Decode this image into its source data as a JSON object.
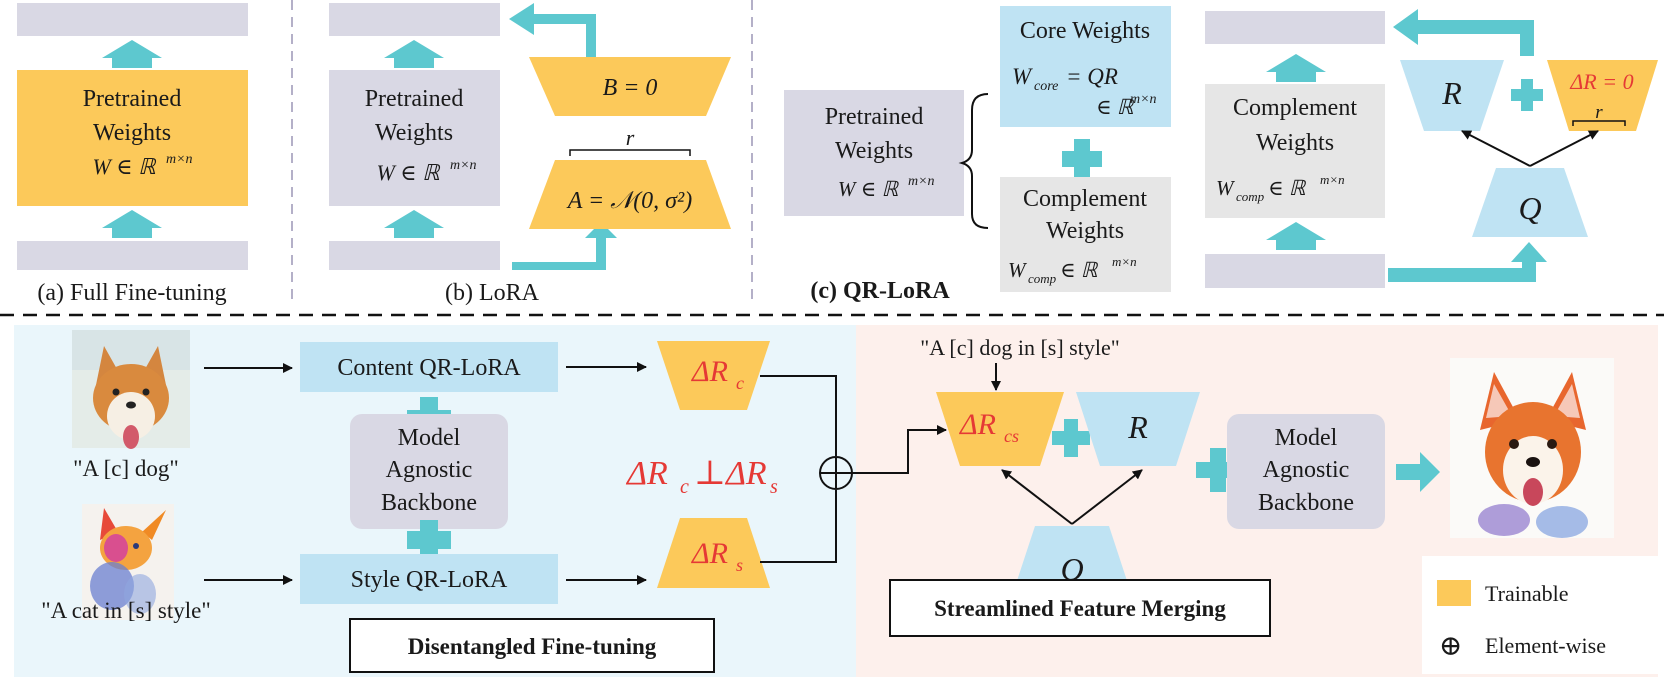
{
  "colors": {
    "trainable": "#fcc95a",
    "frozen": "#d9d8e4",
    "core": "#bfe3f3",
    "complement": "#e6e6e6",
    "arrow": "#5dc8cf",
    "qr_delta": "#e53935",
    "panel_left_bg": "#eaf6fb",
    "panel_right_bg": "#fdf0ec"
  },
  "top": {
    "full_ft": {
      "block_l1": "Pretrained",
      "block_l2": "Weights",
      "block_l3": "W ∈ ℝ",
      "block_sup": "m×n",
      "caption": "(a) Full Fine-tuning"
    },
    "lora": {
      "block_l1": "Pretrained",
      "block_l2": "Weights",
      "block_l3": "W ∈ ℝ",
      "block_sup": "m×n",
      "b_label": "B = 0",
      "a_label": "A = 𝒩(0, σ²)",
      "r_label": "r",
      "caption": "(b) LoRA"
    },
    "qrlora": {
      "pre_l1": "Pretrained",
      "pre_l2": "Weights",
      "pre_l3": "W ∈ ℝ",
      "pre_sup": "m×n",
      "core_l1": "Core Weights",
      "core_l2a": "W",
      "core_l2sub": "core",
      "core_l2b": " = QR",
      "core_l3": "∈ ℝ",
      "core_sup": "m×n",
      "comp_l1": "Complement",
      "comp_l2": "Weights",
      "comp_l3a": "W",
      "comp_l3sub": "comp",
      "comp_l3b": " ∈ ℝ",
      "comp_sup": "m×n",
      "mid_l1": "Complement",
      "mid_l2": "Weights",
      "mid_l3a": "W",
      "mid_l3sub": "comp",
      "mid_l3b": " ∈ ℝ",
      "mid_sup": "m×n",
      "r_label": "R",
      "q_label": "Q",
      "delta_label": "ΔR = 0",
      "r_small": "r",
      "caption": "(c) QR-LoRA"
    }
  },
  "bottom": {
    "dog_caption": "\"A [c] dog\"",
    "cat_caption": "\"A cat in [s] style\"",
    "content_lora": "Content QR-LoRA",
    "style_lora": "Style QR-LoRA",
    "backbone_l1": "Model",
    "backbone_l2": "Agnostic",
    "backbone_l3": "Backbone",
    "delta_rc": "ΔR",
    "delta_rc_sub": "c",
    "delta_rs": "ΔR",
    "delta_rs_sub": "s",
    "ortho": "ΔR",
    "ortho_sub1": "c",
    "ortho_mid": "⊥ΔR",
    "ortho_sub2": "s",
    "oplus": "⊕",
    "prompt": "\"A [c] dog in [s] style\"",
    "delta_rcs": "ΔR",
    "delta_rcs_sub": "cs",
    "r_label": "R",
    "q_label": "Q",
    "backbone2_l1": "Model",
    "backbone2_l2": "Agnostic",
    "backbone2_l3": "Backbone",
    "box_left": "Disentangled Fine-tuning",
    "box_right": "Streamlined Feature Merging",
    "legend_trainable": "Trainable",
    "legend_elementwise": "Element-wise",
    "legend_oplus": "⊕"
  }
}
